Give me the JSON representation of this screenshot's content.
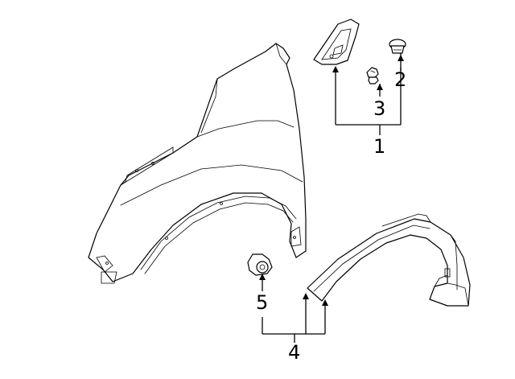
{
  "callouts": {
    "c1": "1",
    "c2": "2",
    "c3": "3",
    "c4": "4",
    "c5": "5"
  },
  "parts": {
    "fender": "fender",
    "bracket": "fender-bracket",
    "clip": "clip",
    "screw": "screw",
    "wheel_opening_molding": "wheel-opening-molding",
    "molding_clip": "molding-clip"
  },
  "colors": {
    "line": "#000000",
    "background": "#ffffff"
  }
}
